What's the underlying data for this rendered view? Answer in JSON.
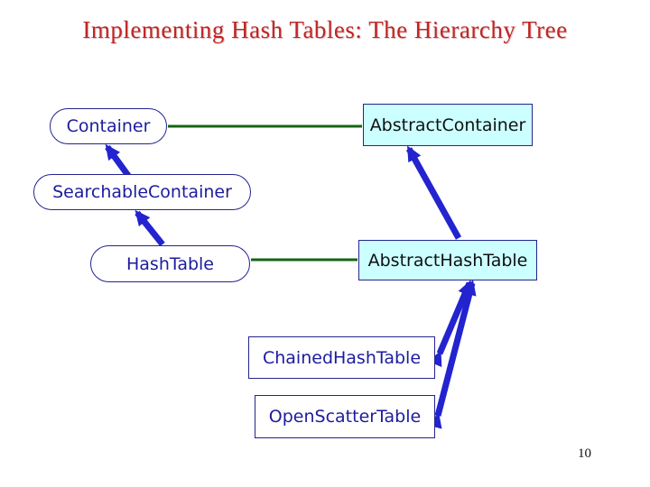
{
  "title": "Implementing Hash Tables: The Hierarchy Tree",
  "page_number": "10",
  "colors": {
    "title_text": "#bf2626",
    "node_border": "#24248f",
    "node_text": "#1c1c9e",
    "abstract_fill": "#ccffff",
    "abstract_text": "#101010",
    "inheritance_line": "#2323cf",
    "association_line": "#156515",
    "background": "#ffffff"
  },
  "nodes": {
    "container": {
      "label": "Container",
      "style": "rounded"
    },
    "abstract_container": {
      "label": "AbstractContainer",
      "style": "abstract-rect"
    },
    "searchable_container": {
      "label": "SearchableContainer",
      "style": "rounded"
    },
    "hash_table": {
      "label": "HashTable",
      "style": "rounded"
    },
    "abstract_hash_table": {
      "label": "AbstractHashTable",
      "style": "abstract-rect"
    },
    "chained_hash_table": {
      "label": "ChainedHashTable",
      "style": "rect"
    },
    "open_scatter_table": {
      "label": "OpenScatterTable",
      "style": "rect"
    }
  },
  "edges": [
    {
      "from": "searchable_container",
      "to": "container",
      "kind": "inheritance-arrow"
    },
    {
      "from": "hash_table",
      "to": "searchable_container",
      "kind": "inheritance-arrow"
    },
    {
      "from": "abstract_hash_table",
      "to": "abstract_container",
      "kind": "inheritance-arrow"
    },
    {
      "from": "chained_hash_table",
      "to": "abstract_hash_table",
      "kind": "inheritance-arrow"
    },
    {
      "from": "open_scatter_table",
      "to": "abstract_hash_table",
      "kind": "inheritance-arrow"
    },
    {
      "from": "container",
      "to": "abstract_container",
      "kind": "association-line"
    },
    {
      "from": "hash_table",
      "to": "abstract_hash_table",
      "kind": "association-line"
    }
  ]
}
